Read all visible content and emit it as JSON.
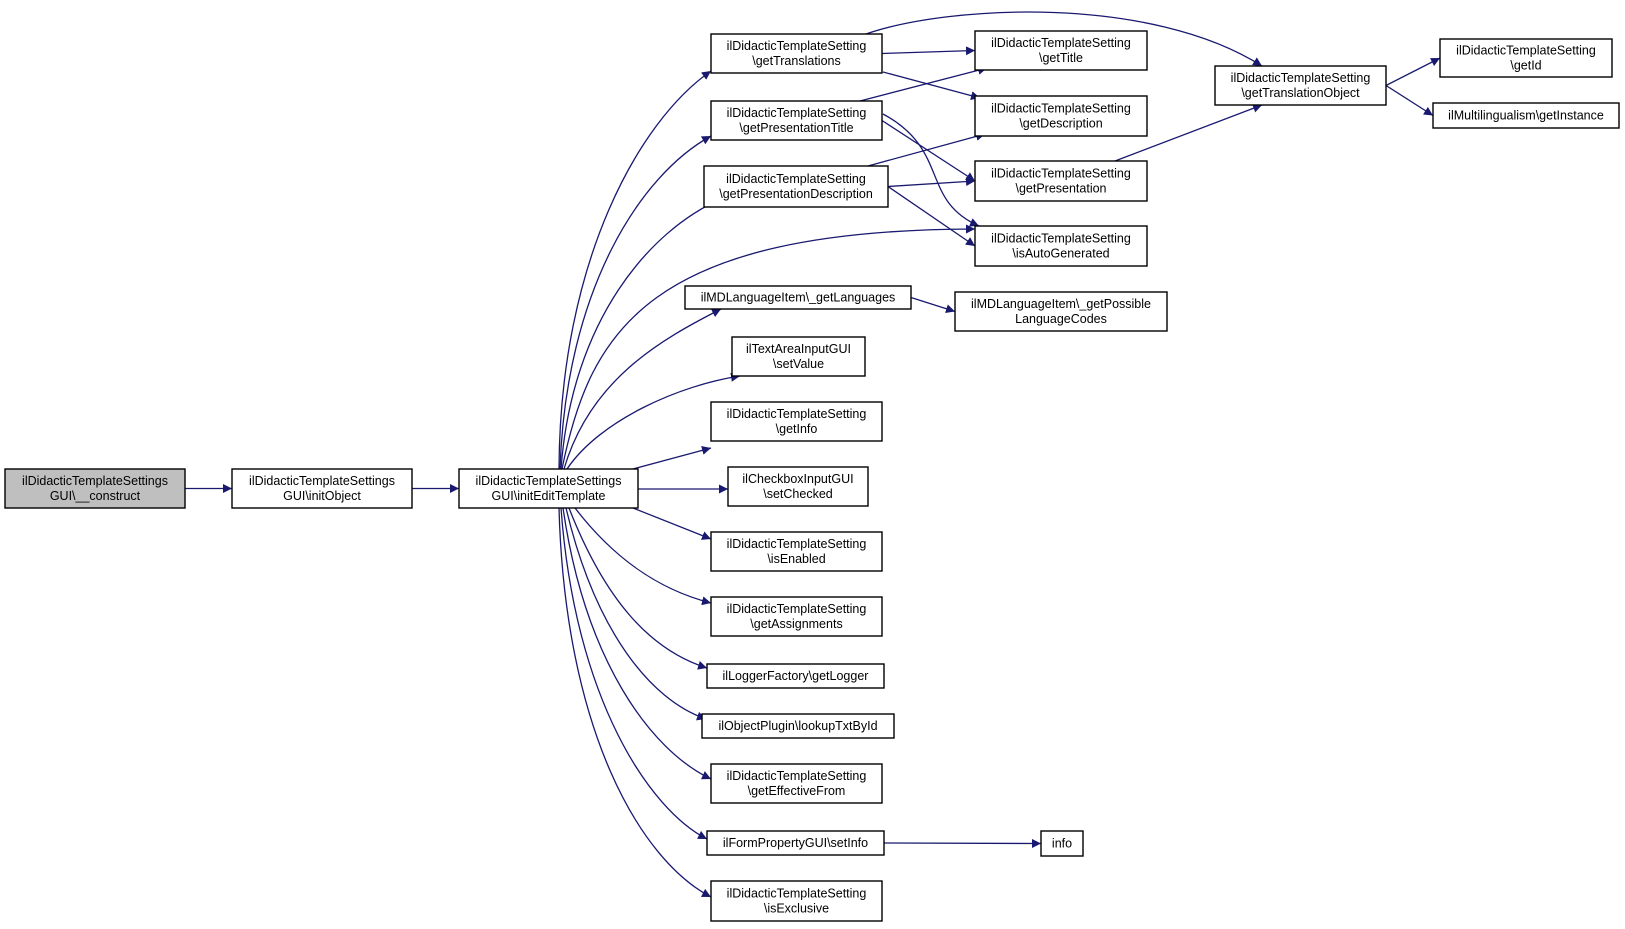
{
  "diagram": {
    "nodes": [
      {
        "id": "construct",
        "lines": [
          "ilDidacticTemplateSettings",
          "GUI\\__construct"
        ],
        "root": true
      },
      {
        "id": "initObject",
        "lines": [
          "ilDidacticTemplateSettings",
          "GUI\\initObject"
        ]
      },
      {
        "id": "initEditTemplate",
        "lines": [
          "ilDidacticTemplateSettings",
          "GUI\\initEditTemplate"
        ]
      },
      {
        "id": "getTranslations",
        "lines": [
          "ilDidacticTemplateSetting",
          "\\getTranslations"
        ]
      },
      {
        "id": "getPresentationTitle",
        "lines": [
          "ilDidacticTemplateSetting",
          "\\getPresentationTitle"
        ]
      },
      {
        "id": "getPresentationDescription",
        "lines": [
          "ilDidacticTemplateSetting",
          "\\getPresentationDescription"
        ]
      },
      {
        "id": "getLanguages",
        "lines": [
          "ilMDLanguageItem\\_getLanguages"
        ]
      },
      {
        "id": "setValue",
        "lines": [
          "ilTextAreaInputGUI",
          "\\setValue"
        ]
      },
      {
        "id": "getInfo",
        "lines": [
          "ilDidacticTemplateSetting",
          "\\getInfo"
        ]
      },
      {
        "id": "setChecked",
        "lines": [
          "ilCheckboxInputGUI",
          "\\setChecked"
        ]
      },
      {
        "id": "isEnabled",
        "lines": [
          "ilDidacticTemplateSetting",
          "\\isEnabled"
        ]
      },
      {
        "id": "getAssignments",
        "lines": [
          "ilDidacticTemplateSetting",
          "\\getAssignments"
        ]
      },
      {
        "id": "getLogger",
        "lines": [
          "ilLoggerFactory\\getLogger"
        ]
      },
      {
        "id": "lookupTxtById",
        "lines": [
          "ilObjectPlugin\\lookupTxtById"
        ]
      },
      {
        "id": "getEffectiveFrom",
        "lines": [
          "ilDidacticTemplateSetting",
          "\\getEffectiveFrom"
        ]
      },
      {
        "id": "setInfo",
        "lines": [
          "ilFormPropertyGUI\\setInfo"
        ]
      },
      {
        "id": "isExclusive",
        "lines": [
          "ilDidacticTemplateSetting",
          "\\isExclusive"
        ]
      },
      {
        "id": "getTitle",
        "lines": [
          "ilDidacticTemplateSetting",
          "\\getTitle"
        ]
      },
      {
        "id": "getDescription",
        "lines": [
          "ilDidacticTemplateSetting",
          "\\getDescription"
        ]
      },
      {
        "id": "getPresentation",
        "lines": [
          "ilDidacticTemplateSetting",
          "\\getPresentation"
        ]
      },
      {
        "id": "isAutoGenerated",
        "lines": [
          "ilDidacticTemplateSetting",
          "\\isAutoGenerated"
        ]
      },
      {
        "id": "getPossibleLanguageCodes",
        "lines": [
          "ilMDLanguageItem\\_getPossible",
          "LanguageCodes"
        ]
      },
      {
        "id": "info",
        "lines": [
          "info"
        ]
      },
      {
        "id": "getTranslationObject",
        "lines": [
          "ilDidacticTemplateSetting",
          "\\getTranslationObject"
        ]
      },
      {
        "id": "getId",
        "lines": [
          "ilDidacticTemplateSetting",
          "\\getId"
        ]
      },
      {
        "id": "getInstance",
        "lines": [
          "ilMultilingualism\\getInstance"
        ]
      }
    ],
    "edges": [
      [
        "construct",
        "initObject"
      ],
      [
        "initObject",
        "initEditTemplate"
      ],
      [
        "initEditTemplate",
        "getTranslations"
      ],
      [
        "initEditTemplate",
        "getPresentationTitle"
      ],
      [
        "initEditTemplate",
        "getPresentationDescription"
      ],
      [
        "initEditTemplate",
        "isAutoGenerated"
      ],
      [
        "initEditTemplate",
        "getLanguages"
      ],
      [
        "initEditTemplate",
        "setValue"
      ],
      [
        "initEditTemplate",
        "getInfo"
      ],
      [
        "initEditTemplate",
        "setChecked"
      ],
      [
        "initEditTemplate",
        "isEnabled"
      ],
      [
        "initEditTemplate",
        "getAssignments"
      ],
      [
        "initEditTemplate",
        "getLogger"
      ],
      [
        "initEditTemplate",
        "lookupTxtById"
      ],
      [
        "initEditTemplate",
        "getEffectiveFrom"
      ],
      [
        "initEditTemplate",
        "setInfo"
      ],
      [
        "initEditTemplate",
        "isExclusive"
      ],
      [
        "getTranslations",
        "getTitle"
      ],
      [
        "getTranslations",
        "getDescription"
      ],
      [
        "getTranslations",
        "getTranslationObject"
      ],
      [
        "getPresentationTitle",
        "getTitle"
      ],
      [
        "getPresentationTitle",
        "getPresentation"
      ],
      [
        "getPresentationTitle",
        "isAutoGenerated"
      ],
      [
        "getPresentationDescription",
        "getDescription"
      ],
      [
        "getPresentationDescription",
        "getPresentation"
      ],
      [
        "getPresentationDescription",
        "isAutoGenerated"
      ],
      [
        "getPresentation",
        "getTranslationObject"
      ],
      [
        "getLanguages",
        "getPossibleLanguageCodes"
      ],
      [
        "setInfo",
        "info"
      ],
      [
        "getTranslationObject",
        "getId"
      ],
      [
        "getTranslationObject",
        "getInstance"
      ]
    ]
  }
}
